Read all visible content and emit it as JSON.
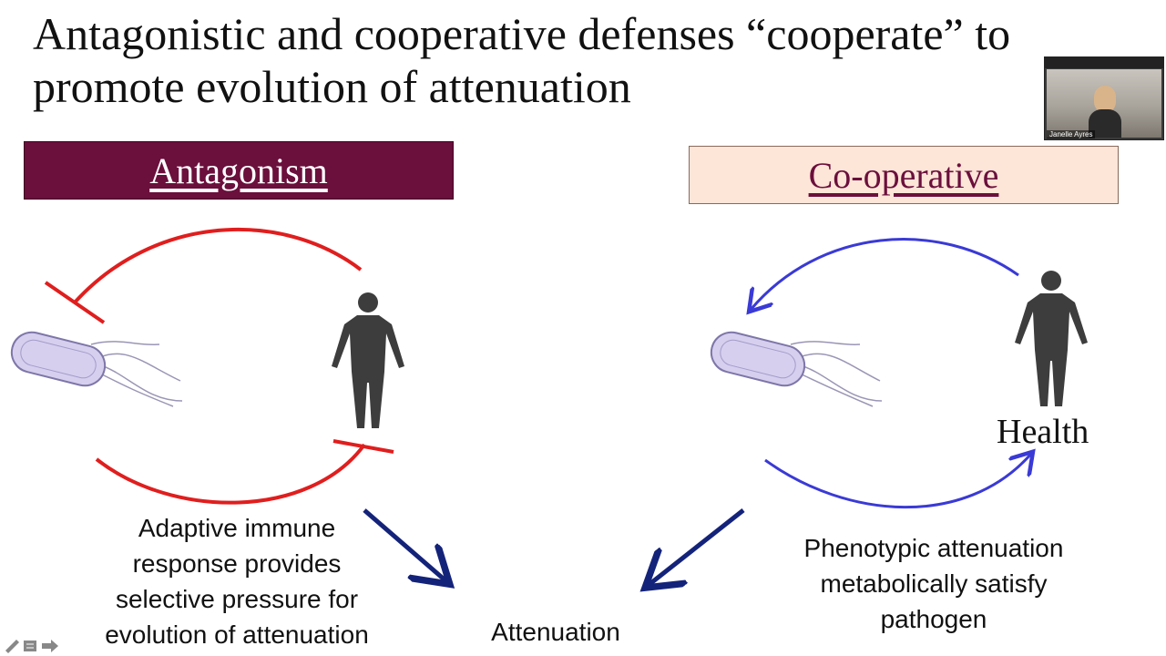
{
  "slide": {
    "title": "Antagonistic and cooperative defenses “cooperate” to promote evolution of attenuation",
    "antagonism_label": "Antagonism",
    "cooperative_label": "Co-operative",
    "adaptive_text": "Adaptive immune response provides selective pressure for evolution of attenuation",
    "attenuation_label": "Attenuation",
    "health_label": "Health",
    "phenotypic_text": "Phenotypic attenuation metabolically satisfy pathogen"
  },
  "colors": {
    "antagonism_box": "#6b0f3c",
    "cooperative_box": "#fde5d8",
    "antagonism_arrows": "#e01e1e",
    "cooperative_arrows": "#3a3ad6",
    "attenuation_arrows": "#14237a"
  },
  "video": {
    "participant_name": "Janelle Ayres"
  },
  "icons": {
    "bacterium": "bacterium-icon",
    "human": "human-silhouette-icon",
    "pen": "pen-icon",
    "notes": "notes-icon",
    "next": "arrow-right-icon"
  }
}
